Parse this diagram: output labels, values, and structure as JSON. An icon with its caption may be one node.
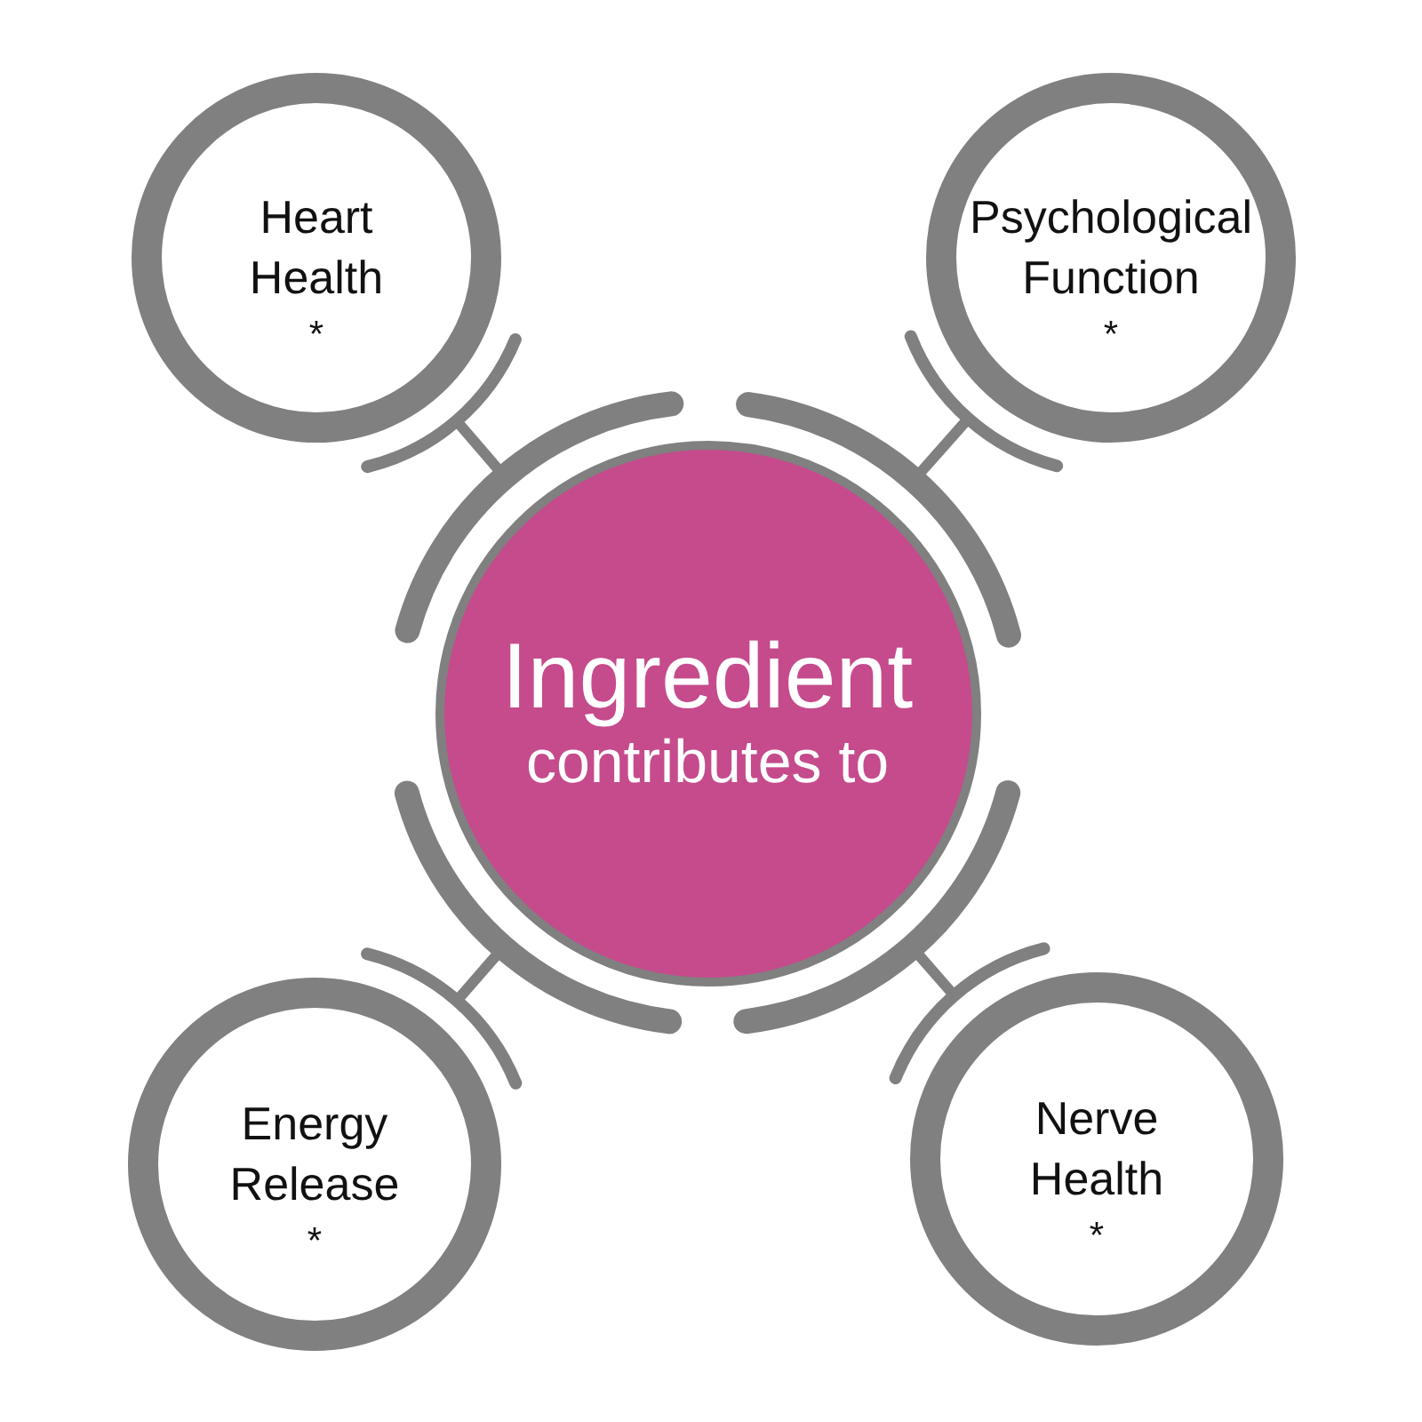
{
  "diagram": {
    "nodes": [
      {
        "text": [
          "Heart Health",
          "*"
        ]
      },
      {
        "text": [
          "Psychological Function",
          "*"
        ]
      },
      {
        "text": [
          "Ingredient",
          "contributes to"
        ]
      },
      {
        "text": [
          "Energy Release",
          "*"
        ]
      },
      {
        "text": [
          "Nerve Health",
          "*"
        ]
      }
    ],
    "edges": [
      {
        "from": 2,
        "to": 0,
        "arrow": "other"
      },
      {
        "from": 2,
        "to": 1,
        "arrow": "other"
      },
      {
        "from": 2,
        "to": 3,
        "arrow": "other"
      },
      {
        "from": 2,
        "to": 4,
        "arrow": "other"
      }
    ]
  }
}
